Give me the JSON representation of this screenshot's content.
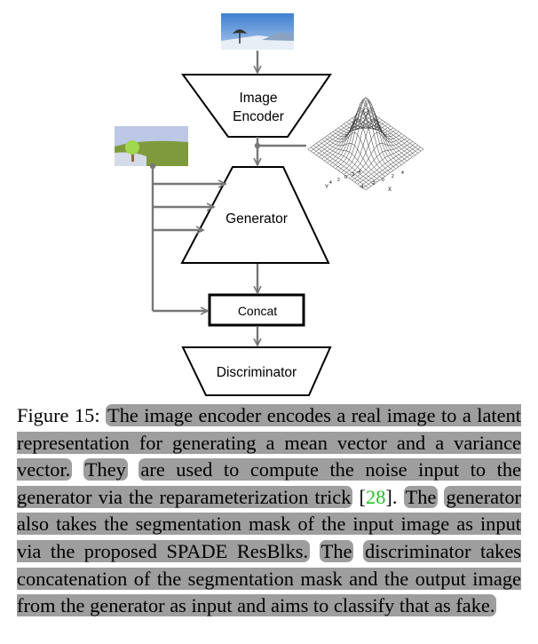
{
  "diagram": {
    "image_encoder_line1": "Image",
    "image_encoder_line2": "Encoder",
    "generator": "Generator",
    "concat": "Concat",
    "discriminator": "Discriminator",
    "surface_axis_x": "X",
    "surface_axis_y": "Y",
    "surface_ticks_left": [
      "4",
      "2",
      "0",
      "-2",
      "-4"
    ],
    "surface_ticks_right": [
      "-4",
      "-2",
      "0",
      "2",
      "4"
    ]
  },
  "caption": {
    "label": "Figure 15:",
    "part1": "The image encoder encodes a real image to a latent representation for generating a mean vector and a variance vector.",
    "part2": "They",
    "part3": "are used to compute the noise input to the generator via the reparameterization trick",
    "cite_open": "[",
    "cite_num": "28",
    "cite_close": "].",
    "part4": "The",
    "part5": "generator also takes the segmentation mask of the input image as input via the proposed SPADE ResBlks.",
    "part6": "The",
    "part7": "discriminator takes concatenation of the segmentation mask and the output image from the generator as input and aims to classify that as fake."
  }
}
